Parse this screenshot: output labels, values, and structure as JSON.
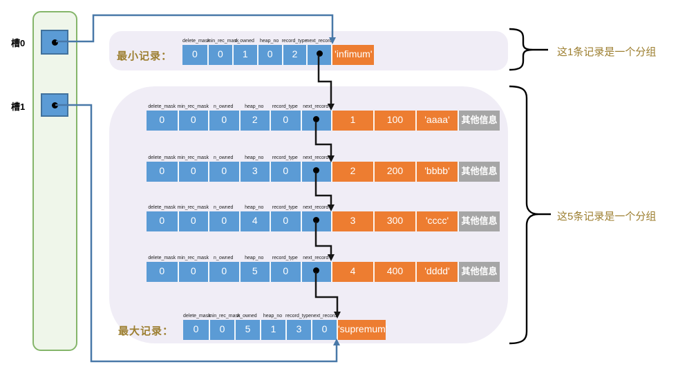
{
  "slots": [
    {
      "label": "槽0"
    },
    {
      "label": "槽1"
    }
  ],
  "field_headers": [
    "delete_mask",
    "min_rec_mask",
    "n_owned",
    "heap_no",
    "record_type",
    "next_record"
  ],
  "records": {
    "infimum": {
      "label": "最小记录：",
      "fields": [
        "0",
        "0",
        "1",
        "0",
        "2",
        "●"
      ],
      "data": [
        "'infimum'"
      ]
    },
    "row1": {
      "fields": [
        "0",
        "0",
        "0",
        "2",
        "0",
        "●"
      ],
      "data": [
        "1",
        "100",
        "'aaaa'"
      ],
      "other": "其他信息"
    },
    "row2": {
      "fields": [
        "0",
        "0",
        "0",
        "3",
        "0",
        "●"
      ],
      "data": [
        "2",
        "200",
        "'bbbb'"
      ],
      "other": "其他信息"
    },
    "row3": {
      "fields": [
        "0",
        "0",
        "0",
        "4",
        "0",
        "●"
      ],
      "data": [
        "3",
        "300",
        "'cccc'"
      ],
      "other": "其他信息"
    },
    "row4": {
      "fields": [
        "0",
        "0",
        "0",
        "5",
        "0",
        "●"
      ],
      "data": [
        "4",
        "400",
        "'dddd'"
      ],
      "other": "其他信息"
    },
    "supremum": {
      "label": "最大记录：",
      "fields": [
        "0",
        "0",
        "5",
        "1",
        "3",
        "0"
      ],
      "data": [
        "'supremum'"
      ]
    }
  },
  "annotations": {
    "top": "这1条记录是一个分组",
    "bottom": "这5条记录是一个分组"
  },
  "colors": {
    "blue": "#5b9bd5",
    "orange": "#ed7d31",
    "gray": "#a6a6a6",
    "gold": "#9c7e2f",
    "group_bg": "#f0edf6",
    "connector_blue": "#4878a8",
    "connector_black": "#161616",
    "panel_green_border": "#84b569",
    "panel_green_bg": "#eff6ea"
  }
}
